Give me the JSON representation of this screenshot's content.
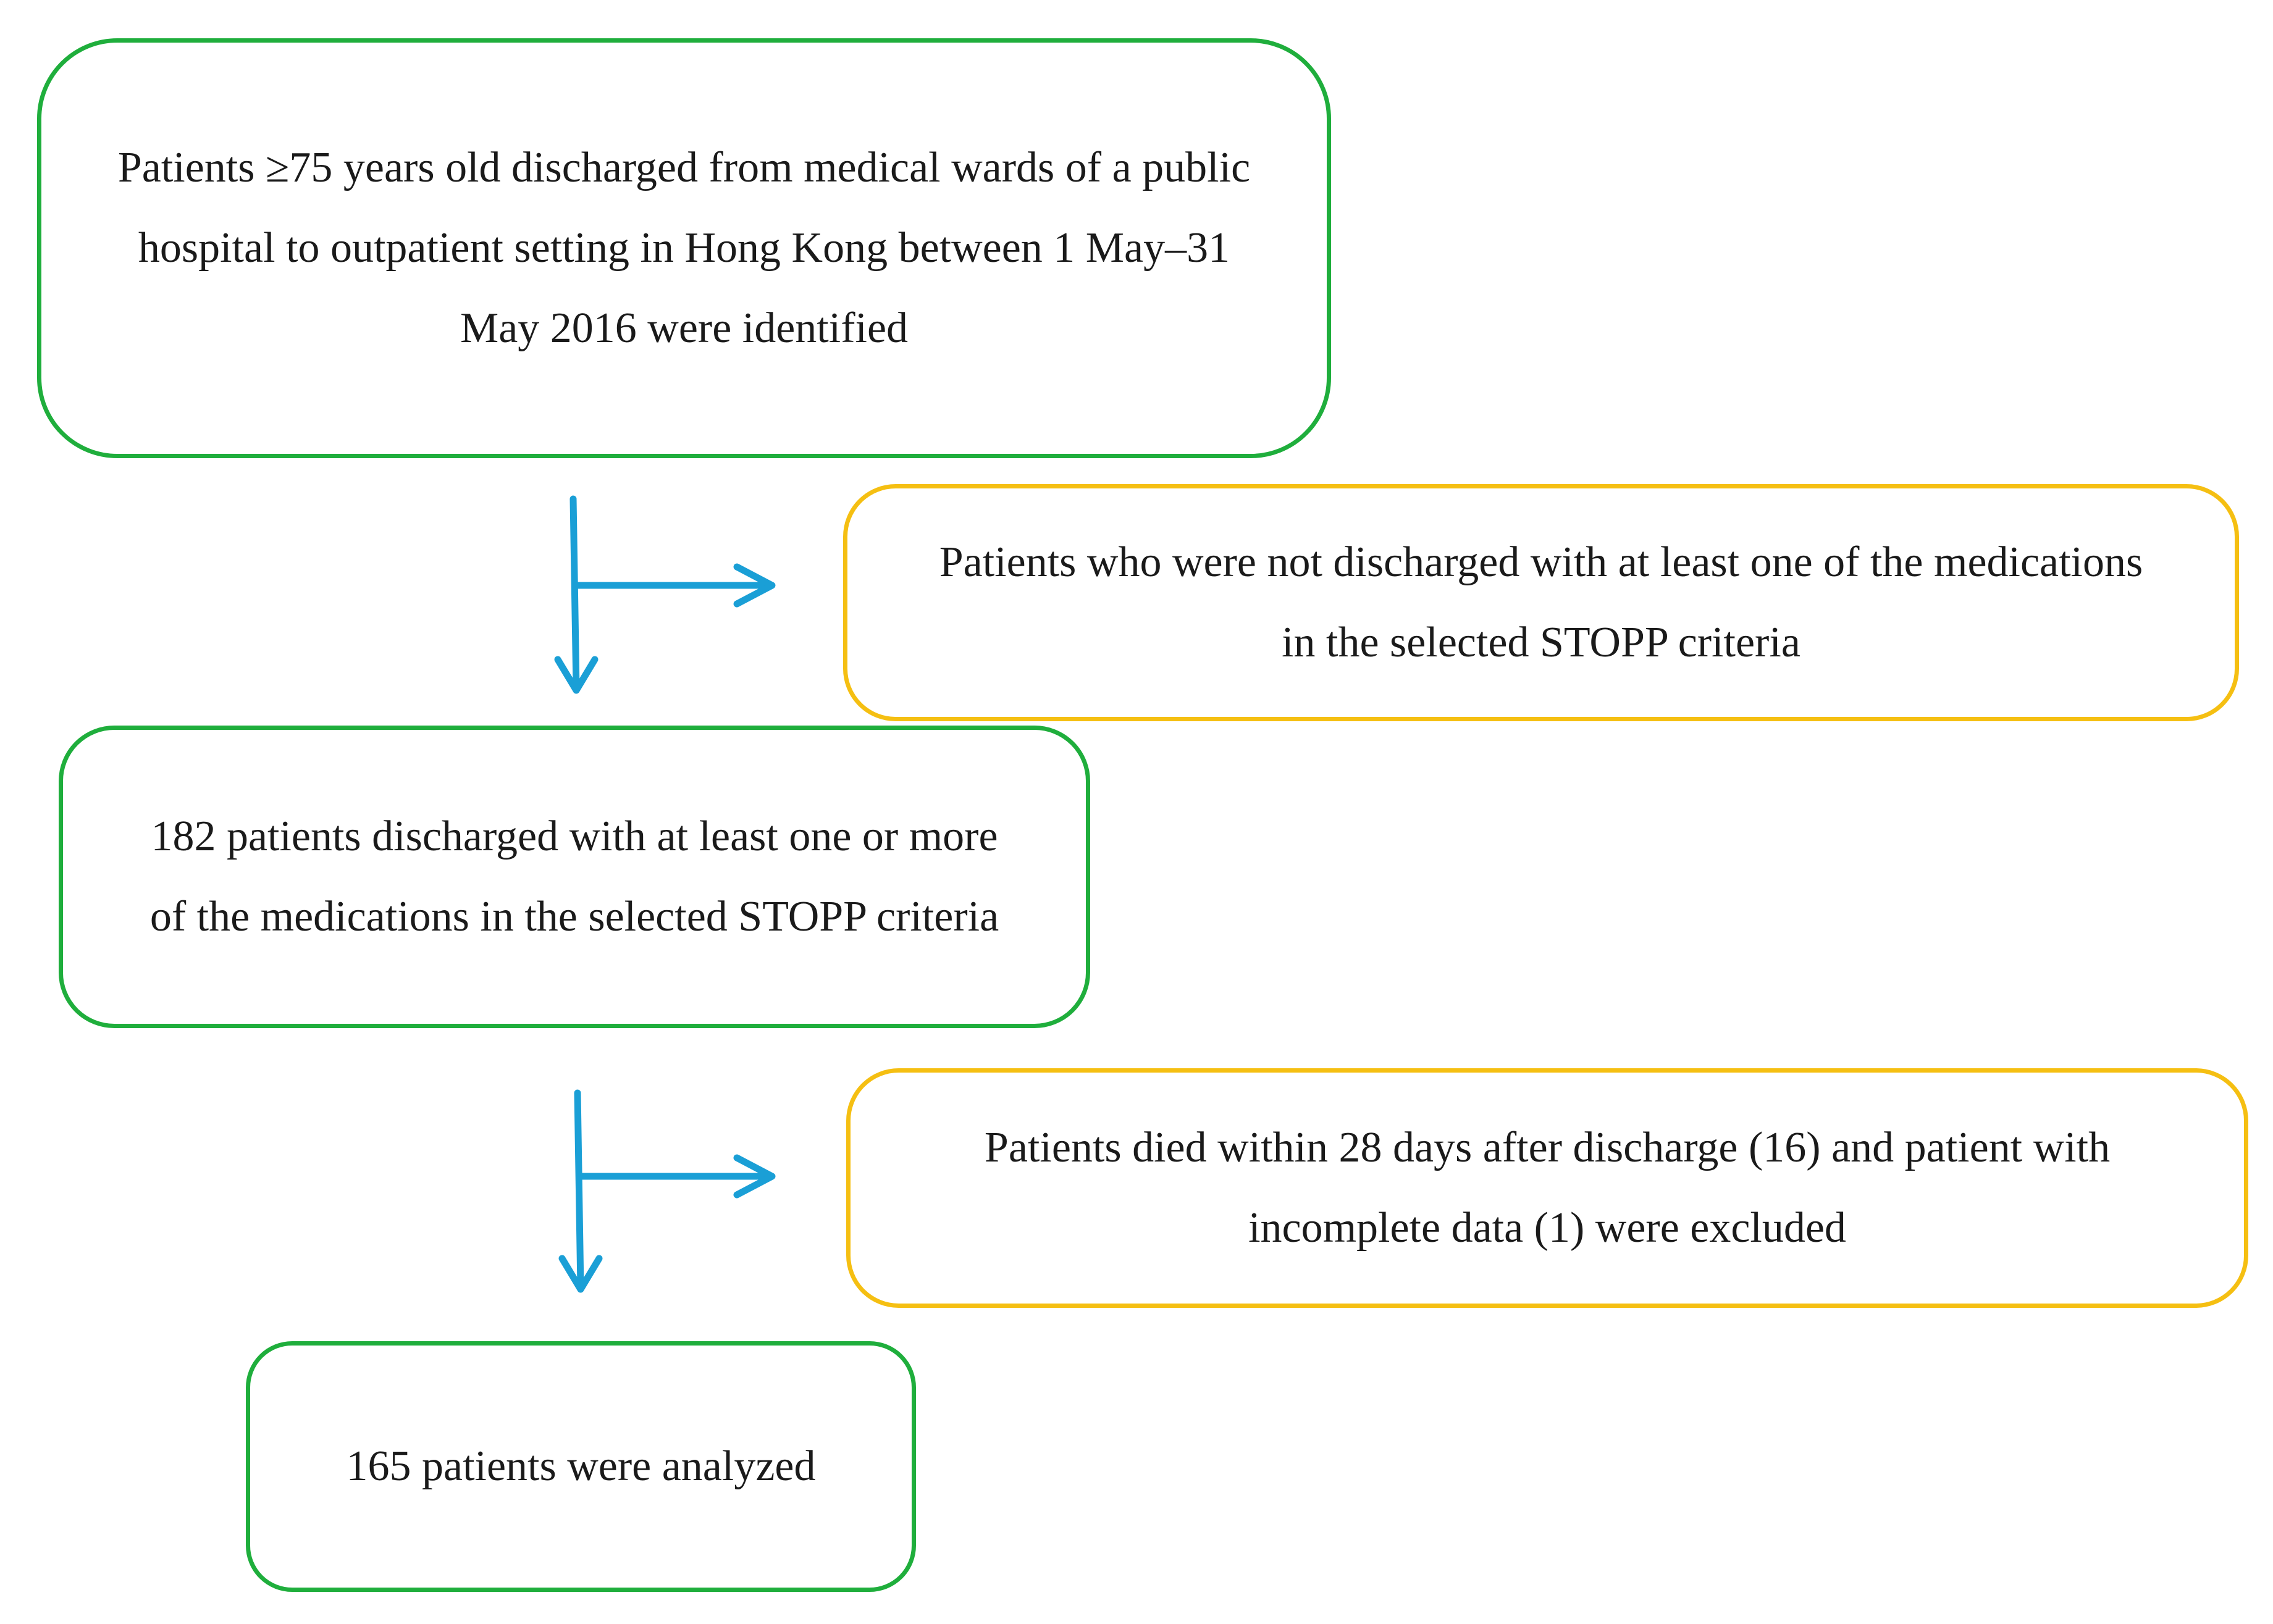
{
  "diagram": {
    "colors": {
      "main_box_border": "#1fae3c",
      "exclusion_box_border": "#f5bf12",
      "arrow": "#1a9fd6"
    },
    "steps": [
      {
        "text": "Patients ≥75 years old discharged from medical wards of a public hospital to outpatient setting in Hong Kong between 1 May–31 May 2016 were identified"
      },
      {
        "text": "182 patients discharged with at least one or more of the medications in the selected STOPP criteria"
      },
      {
        "text": "165 patients were analyzed"
      }
    ],
    "exclusions": [
      {
        "text": "Patients who were not discharged with at least one of the medications in the selected STOPP criteria"
      },
      {
        "text": "Patients died within 28 days after discharge (16) and patient with incomplete data (1) were excluded"
      }
    ]
  }
}
